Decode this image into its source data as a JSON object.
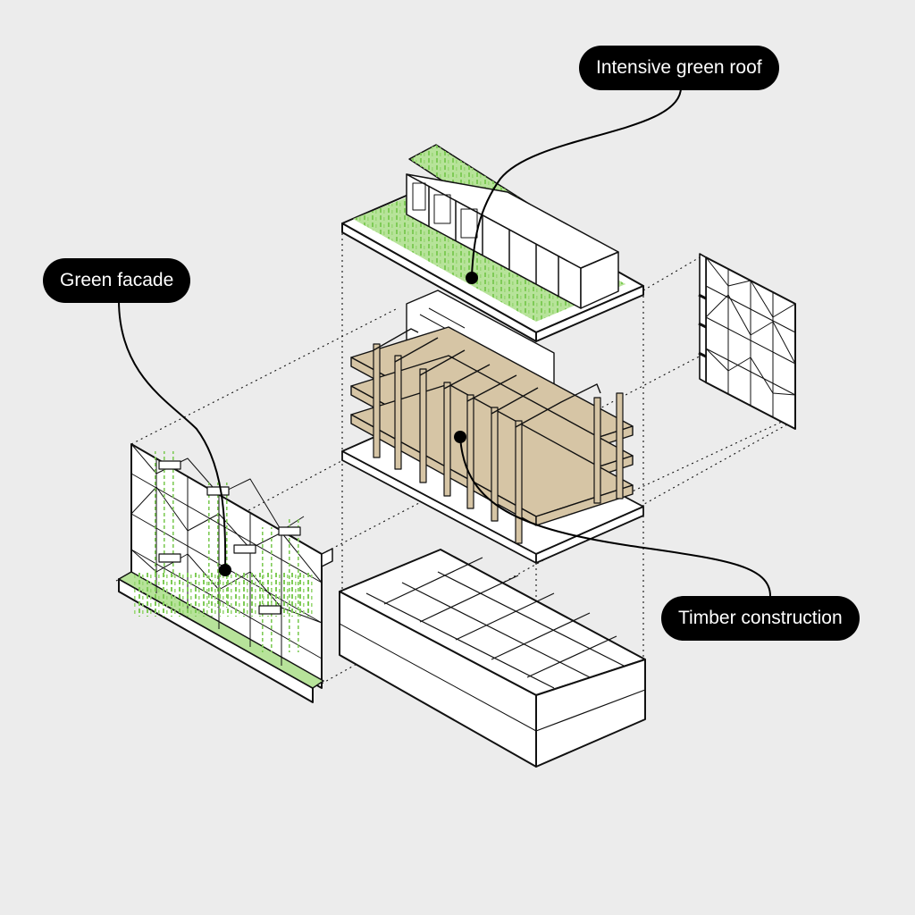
{
  "labels": {
    "roof": "Intensive green roof",
    "facade": "Green facade",
    "timber": "Timber construction"
  },
  "colors": {
    "background": "#ececec",
    "label_fill": "#000000",
    "label_text": "#ffffff",
    "greenery": "#8fd16a",
    "timber": "#d6c5a5",
    "line": "#111111",
    "panel": "#ffffff"
  }
}
